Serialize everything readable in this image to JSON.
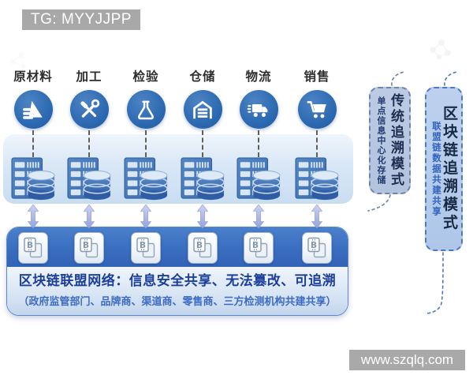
{
  "banner": {
    "text": "TG: MYYJJPP"
  },
  "site_watermark": {
    "text": "www.szqlq.com"
  },
  "stages": [
    {
      "label": "原材料",
      "icon": "raw-materials-icon"
    },
    {
      "label": "加工",
      "icon": "processing-icon"
    },
    {
      "label": "检验",
      "icon": "inspection-icon"
    },
    {
      "label": "仓储",
      "icon": "warehouse-icon"
    },
    {
      "label": "物流",
      "icon": "logistics-icon"
    },
    {
      "label": "销售",
      "icon": "sales-icon"
    }
  ],
  "alliance": {
    "title": "区块链联盟网络：信息安全共享、无法篡改、可追溯",
    "subtitle": "（政府监管部门、品牌商、渠道商、零售商、三方检测机构共建共享）"
  },
  "modes": [
    {
      "name": "传统追溯模式",
      "description": "单点信息中心化存储"
    },
    {
      "name": "区块链追溯模式",
      "description": "联盟链数据共建共享"
    }
  ],
  "colors": {
    "stage_circle_blue": "#2f6cb3",
    "alliance_band_blue": "#3a6ec0",
    "server_band_light": "#cfe0f1",
    "mode_traditional_fill": "#b7c7e0",
    "mode_blockchain_fill": "#b3cbec",
    "banner_gray": "#a8a8a8",
    "title_blue": "#1c3f9a",
    "subtitle_blue": "#3e6cc4"
  }
}
